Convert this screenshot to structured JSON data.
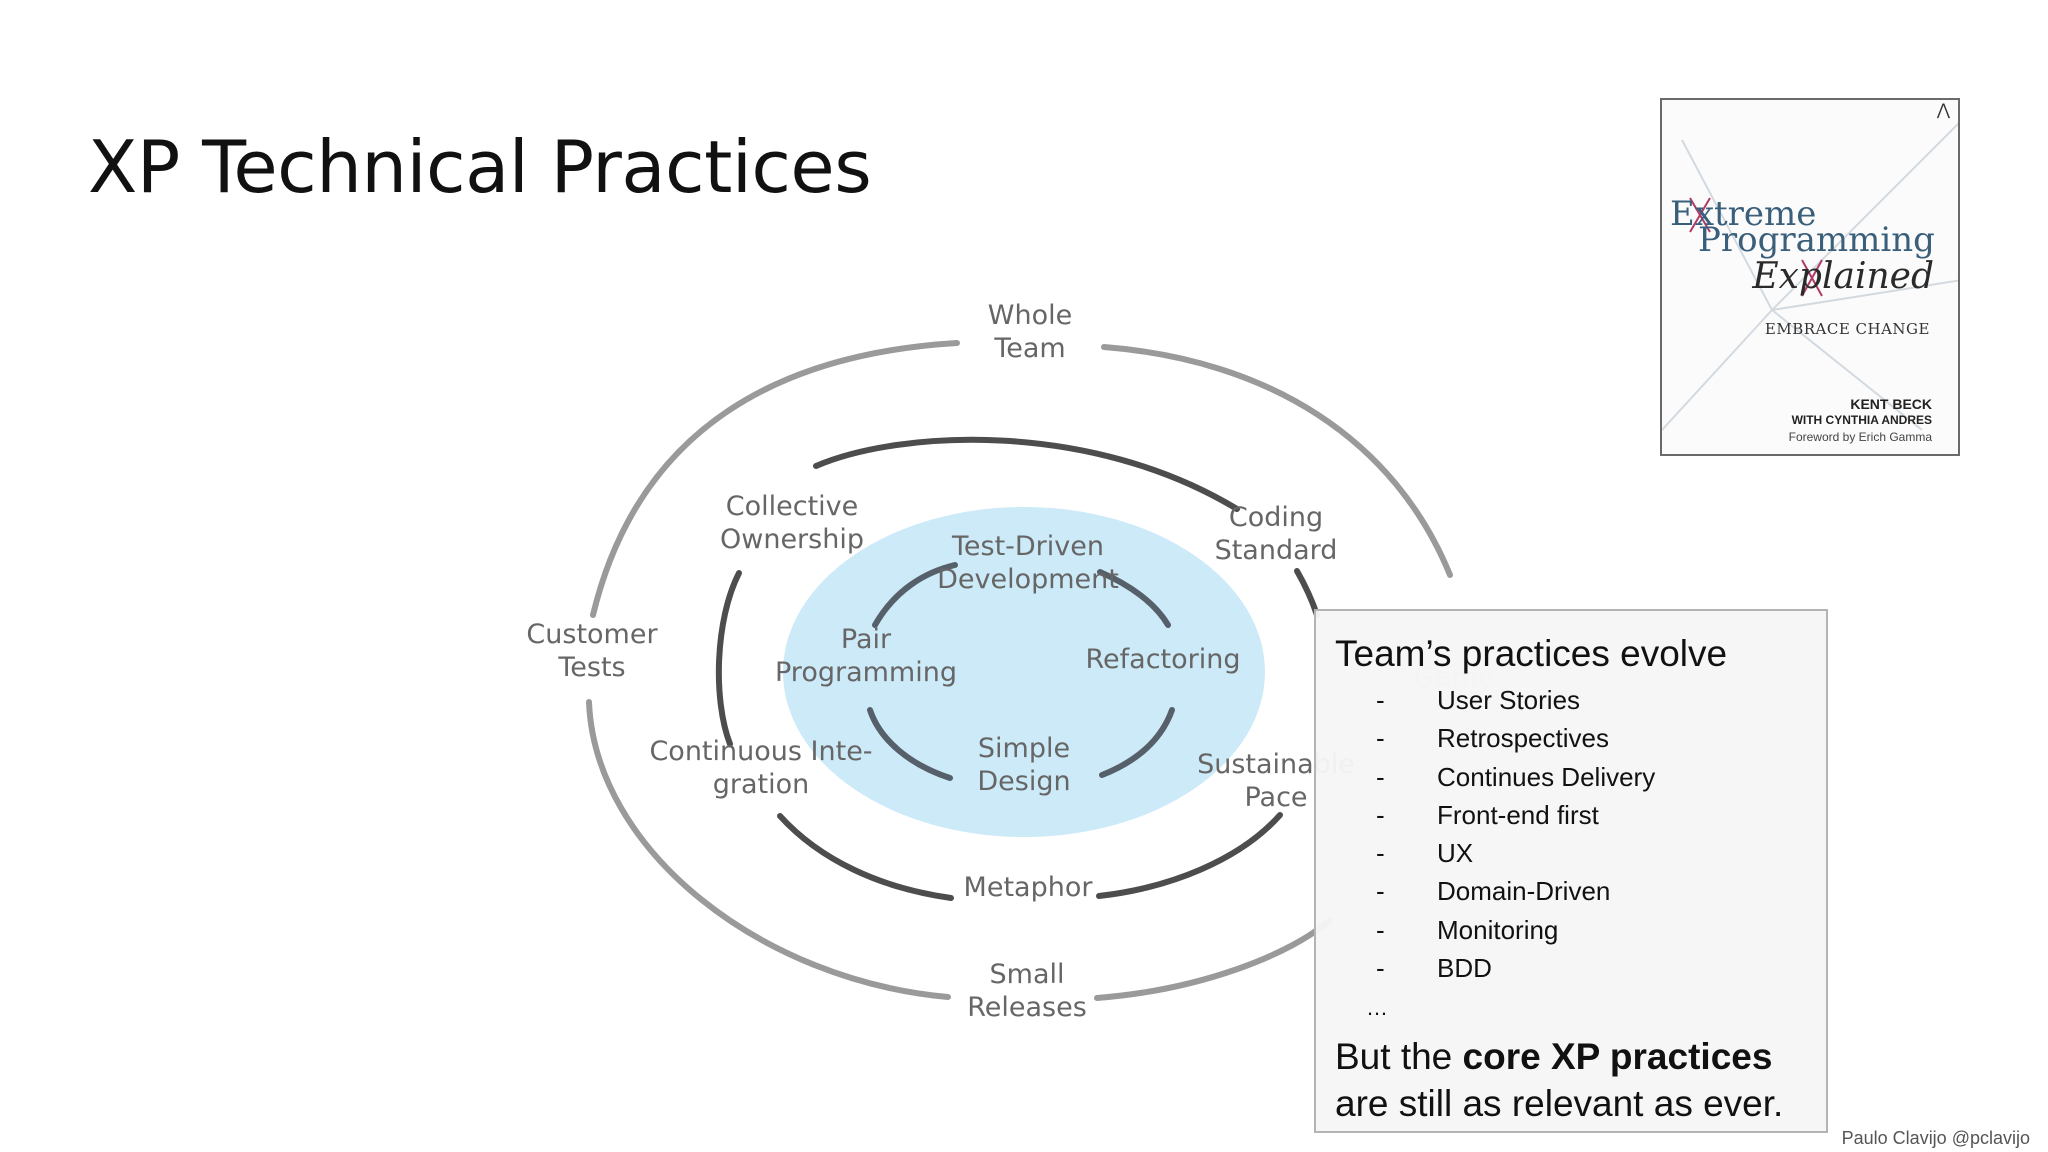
{
  "slide": {
    "title": "XP Technical Practices",
    "credit": "Paulo Clavijo @pclavijo"
  },
  "diagram": {
    "outer_ring": [
      {
        "id": "whole-team",
        "lines": [
          "Whole",
          "Team"
        ]
      },
      {
        "id": "customer-tests",
        "lines": [
          "Customer",
          "Tests"
        ]
      },
      {
        "id": "small-releases",
        "lines": [
          "Small",
          "Releases"
        ]
      },
      {
        "id": "game",
        "lines": [
          "Game"
        ]
      }
    ],
    "middle_ring": [
      {
        "id": "collective-ownership",
        "lines": [
          "Collective",
          "Ownership"
        ]
      },
      {
        "id": "coding-standard",
        "lines": [
          "Coding",
          "Standard"
        ]
      },
      {
        "id": "continuous-integration",
        "lines": [
          "Continuous Inte-",
          "gration"
        ]
      },
      {
        "id": "sustainable-pace",
        "lines": [
          "Sustainable",
          "Pace"
        ]
      },
      {
        "id": "metaphor",
        "lines": [
          "Metaphor"
        ]
      }
    ],
    "inner_ring": [
      {
        "id": "test-driven-development",
        "lines": [
          "Test-Driven",
          "Development"
        ]
      },
      {
        "id": "pair-programming",
        "lines": [
          "Pair",
          "Programming"
        ]
      },
      {
        "id": "refactoring",
        "lines": [
          "Refactoring"
        ]
      },
      {
        "id": "simple-design",
        "lines": [
          "Simple",
          "Design"
        ]
      }
    ],
    "colors": {
      "center_fill": "#cdeaf8",
      "outer_ring": "#9a9a9a",
      "middle_ring": "#4d4d4d",
      "inner_ring": "#56606a",
      "label": "#666666"
    }
  },
  "book_cover": {
    "title_line1": "Extreme",
    "title_line2": "Programming",
    "title_line3": "Explained",
    "subtitle": "EMBRACE CHANGE",
    "author": "KENT BECK",
    "coauthor": "WITH CYNTHIA ANDRES",
    "foreword": "Foreword by Erich Gamma",
    "publisher_icon": "publisher-logo-icon"
  },
  "callout": {
    "heading": "Team’s practices evolve",
    "items": [
      "User Stories",
      "Retrospectives",
      "Continues Delivery",
      "Front-end first",
      "UX",
      "Domain-Driven",
      "Monitoring",
      "BDD"
    ],
    "bullet": "-",
    "ellipsis": "…",
    "footer_pre": "But the ",
    "footer_bold": "core XP practices",
    "footer_post": " are still as relevant as ever."
  }
}
